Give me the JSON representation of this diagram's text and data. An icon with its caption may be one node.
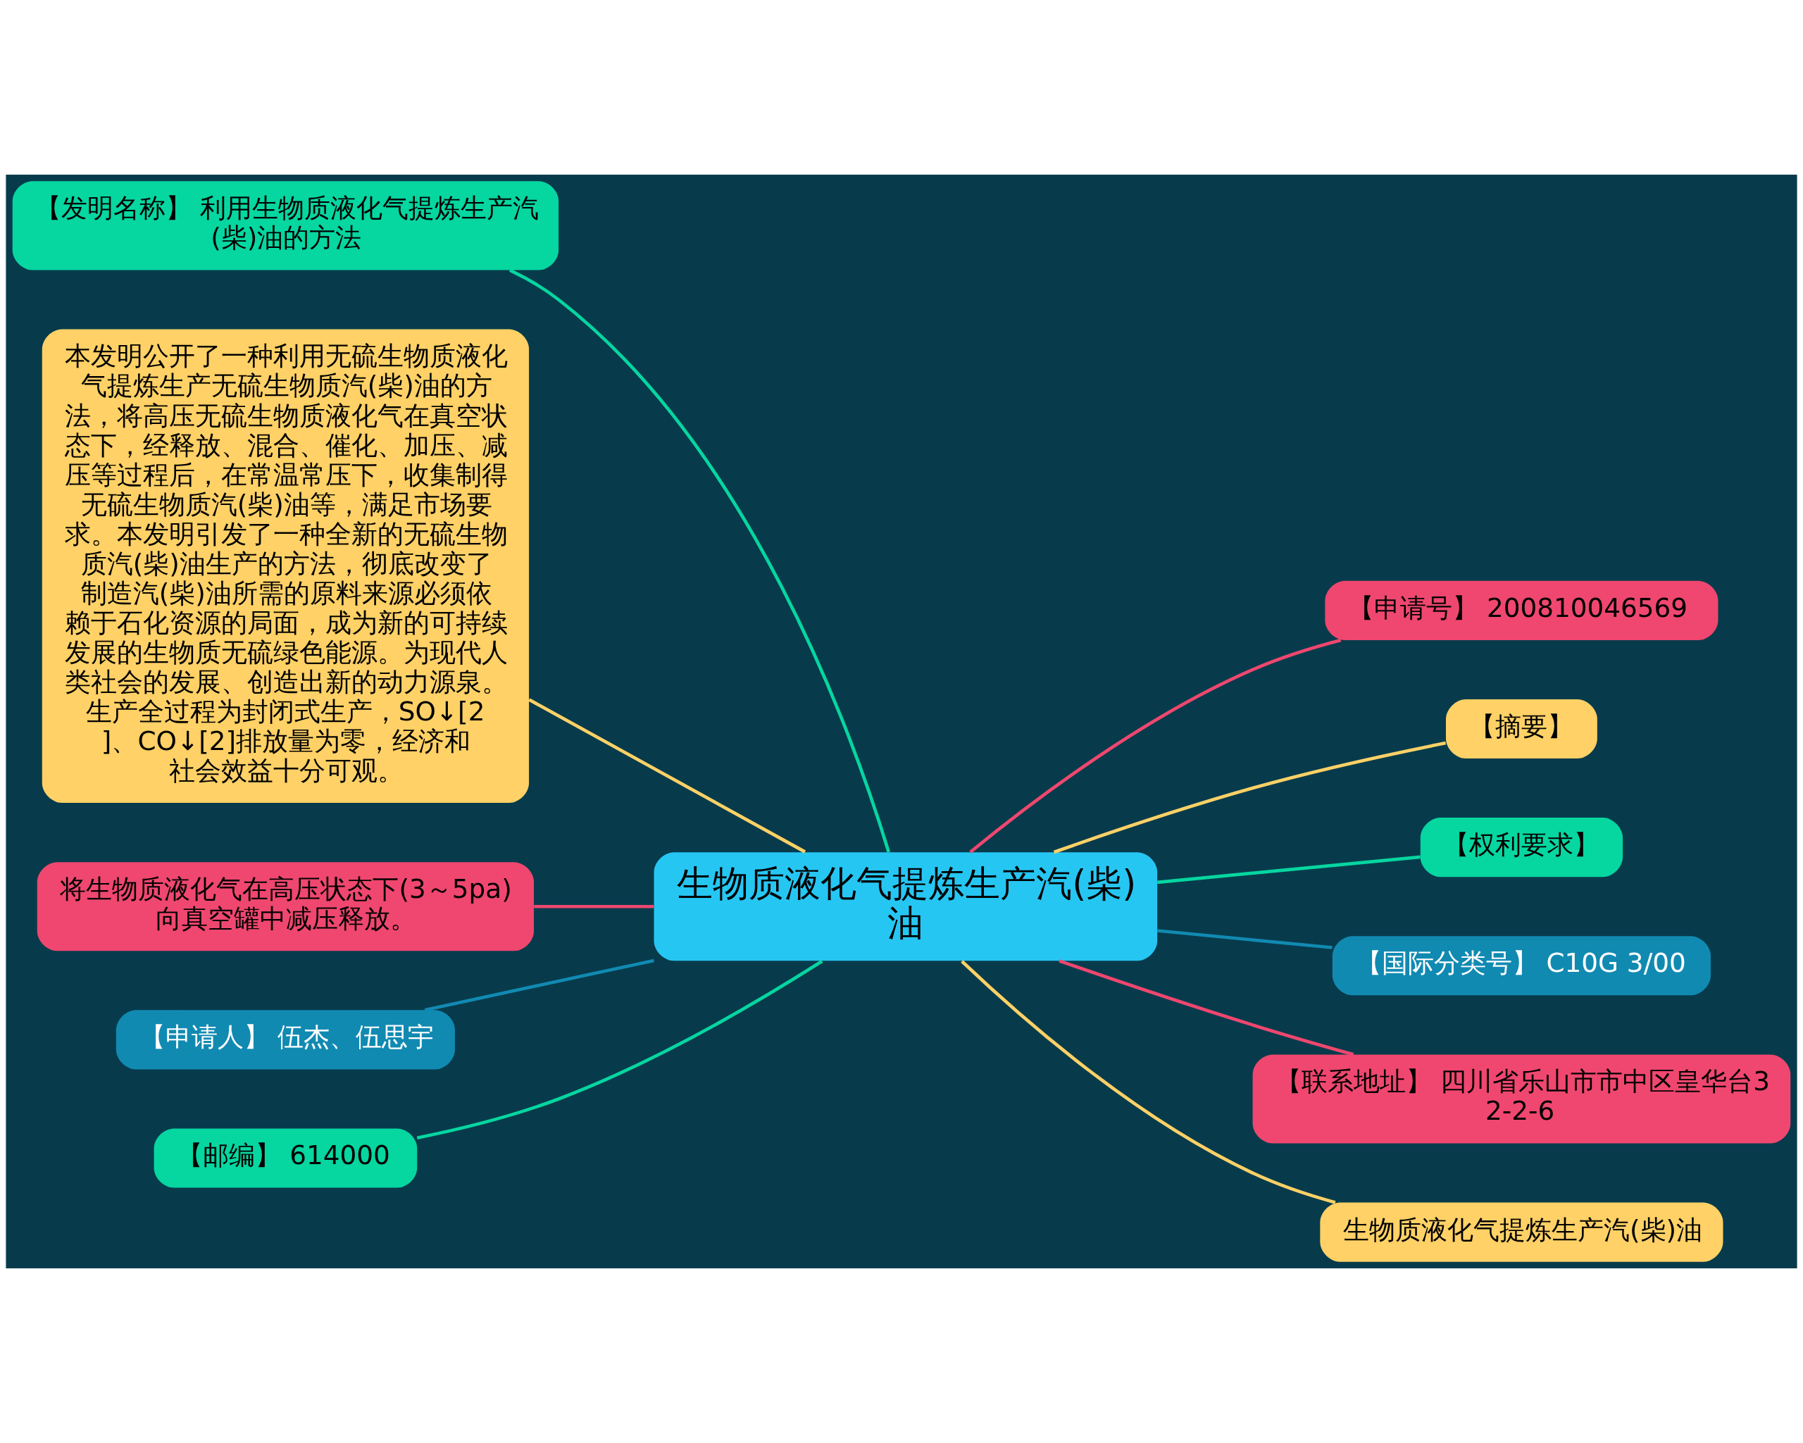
{
  "diagram": {
    "nodes": [
      {
        "text": [
          "生物质液化气提炼生产汽(柴)油"
        ]
      },
      {
        "text": [
          "【发明名称】 利用生物质液化气提炼生产汽(柴)油的方法"
        ]
      },
      {
        "text": [
          "本发明公开了一种利用无硫生物质液化气提炼生产无硫生物质汽(柴)油的方法，将高压无硫生物质液化气在真空状态下，经释放、混合、催化、加压、减压等过程后，在常温常压下，收集制得无硫生物质汽(柴)油等，满足市场要求。本发明引发了一种全新的无硫生物质汽(柴)油生产的方法，彻底改变了制造汽(柴)油所需的原料来源必须依赖于石化资源的局面，成为新的可持续发展的生物质无硫绿色能源。为现代人类社会的发展、创造出新的动力源泉。生产全过程为封闭式生产，SO↓[2]、CO↓[2]排放量为零，经济和社会效益十分可观。"
        ]
      },
      {
        "text": [
          "将生物质液化气在高压状态下(3～5pa)向真空罐中减压释放。"
        ]
      },
      {
        "text": [
          "【申请人】 伍杰、伍思宇"
        ]
      },
      {
        "text": [
          "【邮编】 614000"
        ]
      },
      {
        "text": [
          "【申请号】 200810046569"
        ]
      },
      {
        "text": [
          "【摘要】"
        ]
      },
      {
        "text": [
          "【权利要求】"
        ]
      },
      {
        "text": [
          "【国际分类号】 C10G 3/00"
        ]
      },
      {
        "text": [
          "【联系地址】 四川省乐山市市中区皇华台32-2-6"
        ]
      },
      {
        "text": [
          "生物质液化气提炼生产汽(柴)油"
        ]
      }
    ],
    "edges": [
      {
        "from": 0,
        "to": 1,
        "arrow": "none",
        "color": "#06d6a0"
      },
      {
        "from": 0,
        "to": 2,
        "arrow": "none",
        "color": "#ffd166"
      },
      {
        "from": 0,
        "to": 3,
        "arrow": "none",
        "color": "#ef476f"
      },
      {
        "from": 0,
        "to": 4,
        "arrow": "none",
        "color": "#118ab2"
      },
      {
        "from": 0,
        "to": 5,
        "arrow": "none",
        "color": "#06d6a0"
      },
      {
        "from": 0,
        "to": 6,
        "arrow": "none",
        "color": "#ef476f"
      },
      {
        "from": 0,
        "to": 7,
        "arrow": "none",
        "color": "#ffd166"
      },
      {
        "from": 0,
        "to": 8,
        "arrow": "none",
        "color": "#06d6a0"
      },
      {
        "from": 0,
        "to": 9,
        "arrow": "none",
        "color": "#118ab2"
      },
      {
        "from": 0,
        "to": 10,
        "arrow": "none",
        "color": "#ef476f"
      },
      {
        "from": 0,
        "to": 11,
        "arrow": "none",
        "color": "#ffd166"
      }
    ]
  }
}
